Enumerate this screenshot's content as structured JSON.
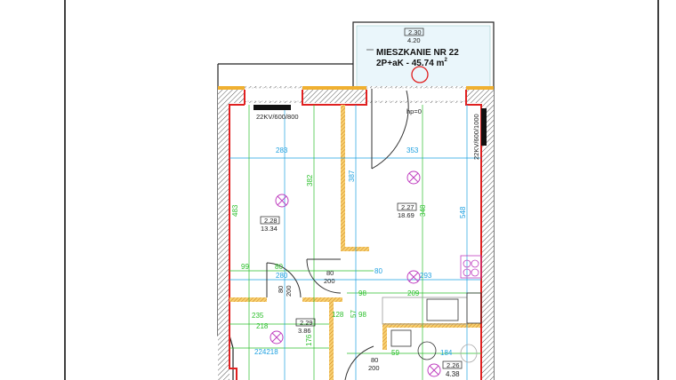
{
  "apartment": {
    "title": "MIESZKANIE NR 22",
    "subtitle": "2P+aK - 45.74 m",
    "area_unit_sup": "2"
  },
  "rooms": [
    {
      "id": "2.30",
      "area": "4.20"
    },
    {
      "id": "2.28",
      "area": "13.34"
    },
    {
      "id": "2.27",
      "area": "18.69"
    },
    {
      "id": "2.29",
      "area": "3.86"
    },
    {
      "id": "2.26",
      "area": "4.38"
    }
  ],
  "radiators": {
    "left": "22KV/600/800",
    "right": "22KV/600/1000"
  },
  "labels": {
    "hp": "hp=0",
    "dim_283": "283",
    "dim_353": "353",
    "dim_483": "483",
    "dim_382": "382",
    "dim_387": "387",
    "dim_548": "548",
    "dim_348": "348",
    "dim_99": "99",
    "dim_80a": "80",
    "dim_80b": "80",
    "dim_80c": "80",
    "dim_200a": "200",
    "dim_200b": "200",
    "dim_200c": "200",
    "dim_293": "293",
    "dim_280": "280",
    "dim_209": "209",
    "dim_98a": "98",
    "dim_98b": "98",
    "dim_57": "57",
    "dim_218": "218",
    "dim_235": "235",
    "dim_128": "128",
    "dim_224218": "224218",
    "dim_59": "59",
    "dim_184": "184",
    "dim_176": "176",
    "door_80": "80",
    "door_200": "200"
  },
  "colors": {
    "wall_outline": "#e02020",
    "hatch": "#333333",
    "partition": "#f0a020",
    "dimension_green": "#2bbf2b",
    "dimension_blue": "#1ea0e0",
    "fixture_magenta": "#c040c0",
    "balcony": "#dff3fb"
  }
}
